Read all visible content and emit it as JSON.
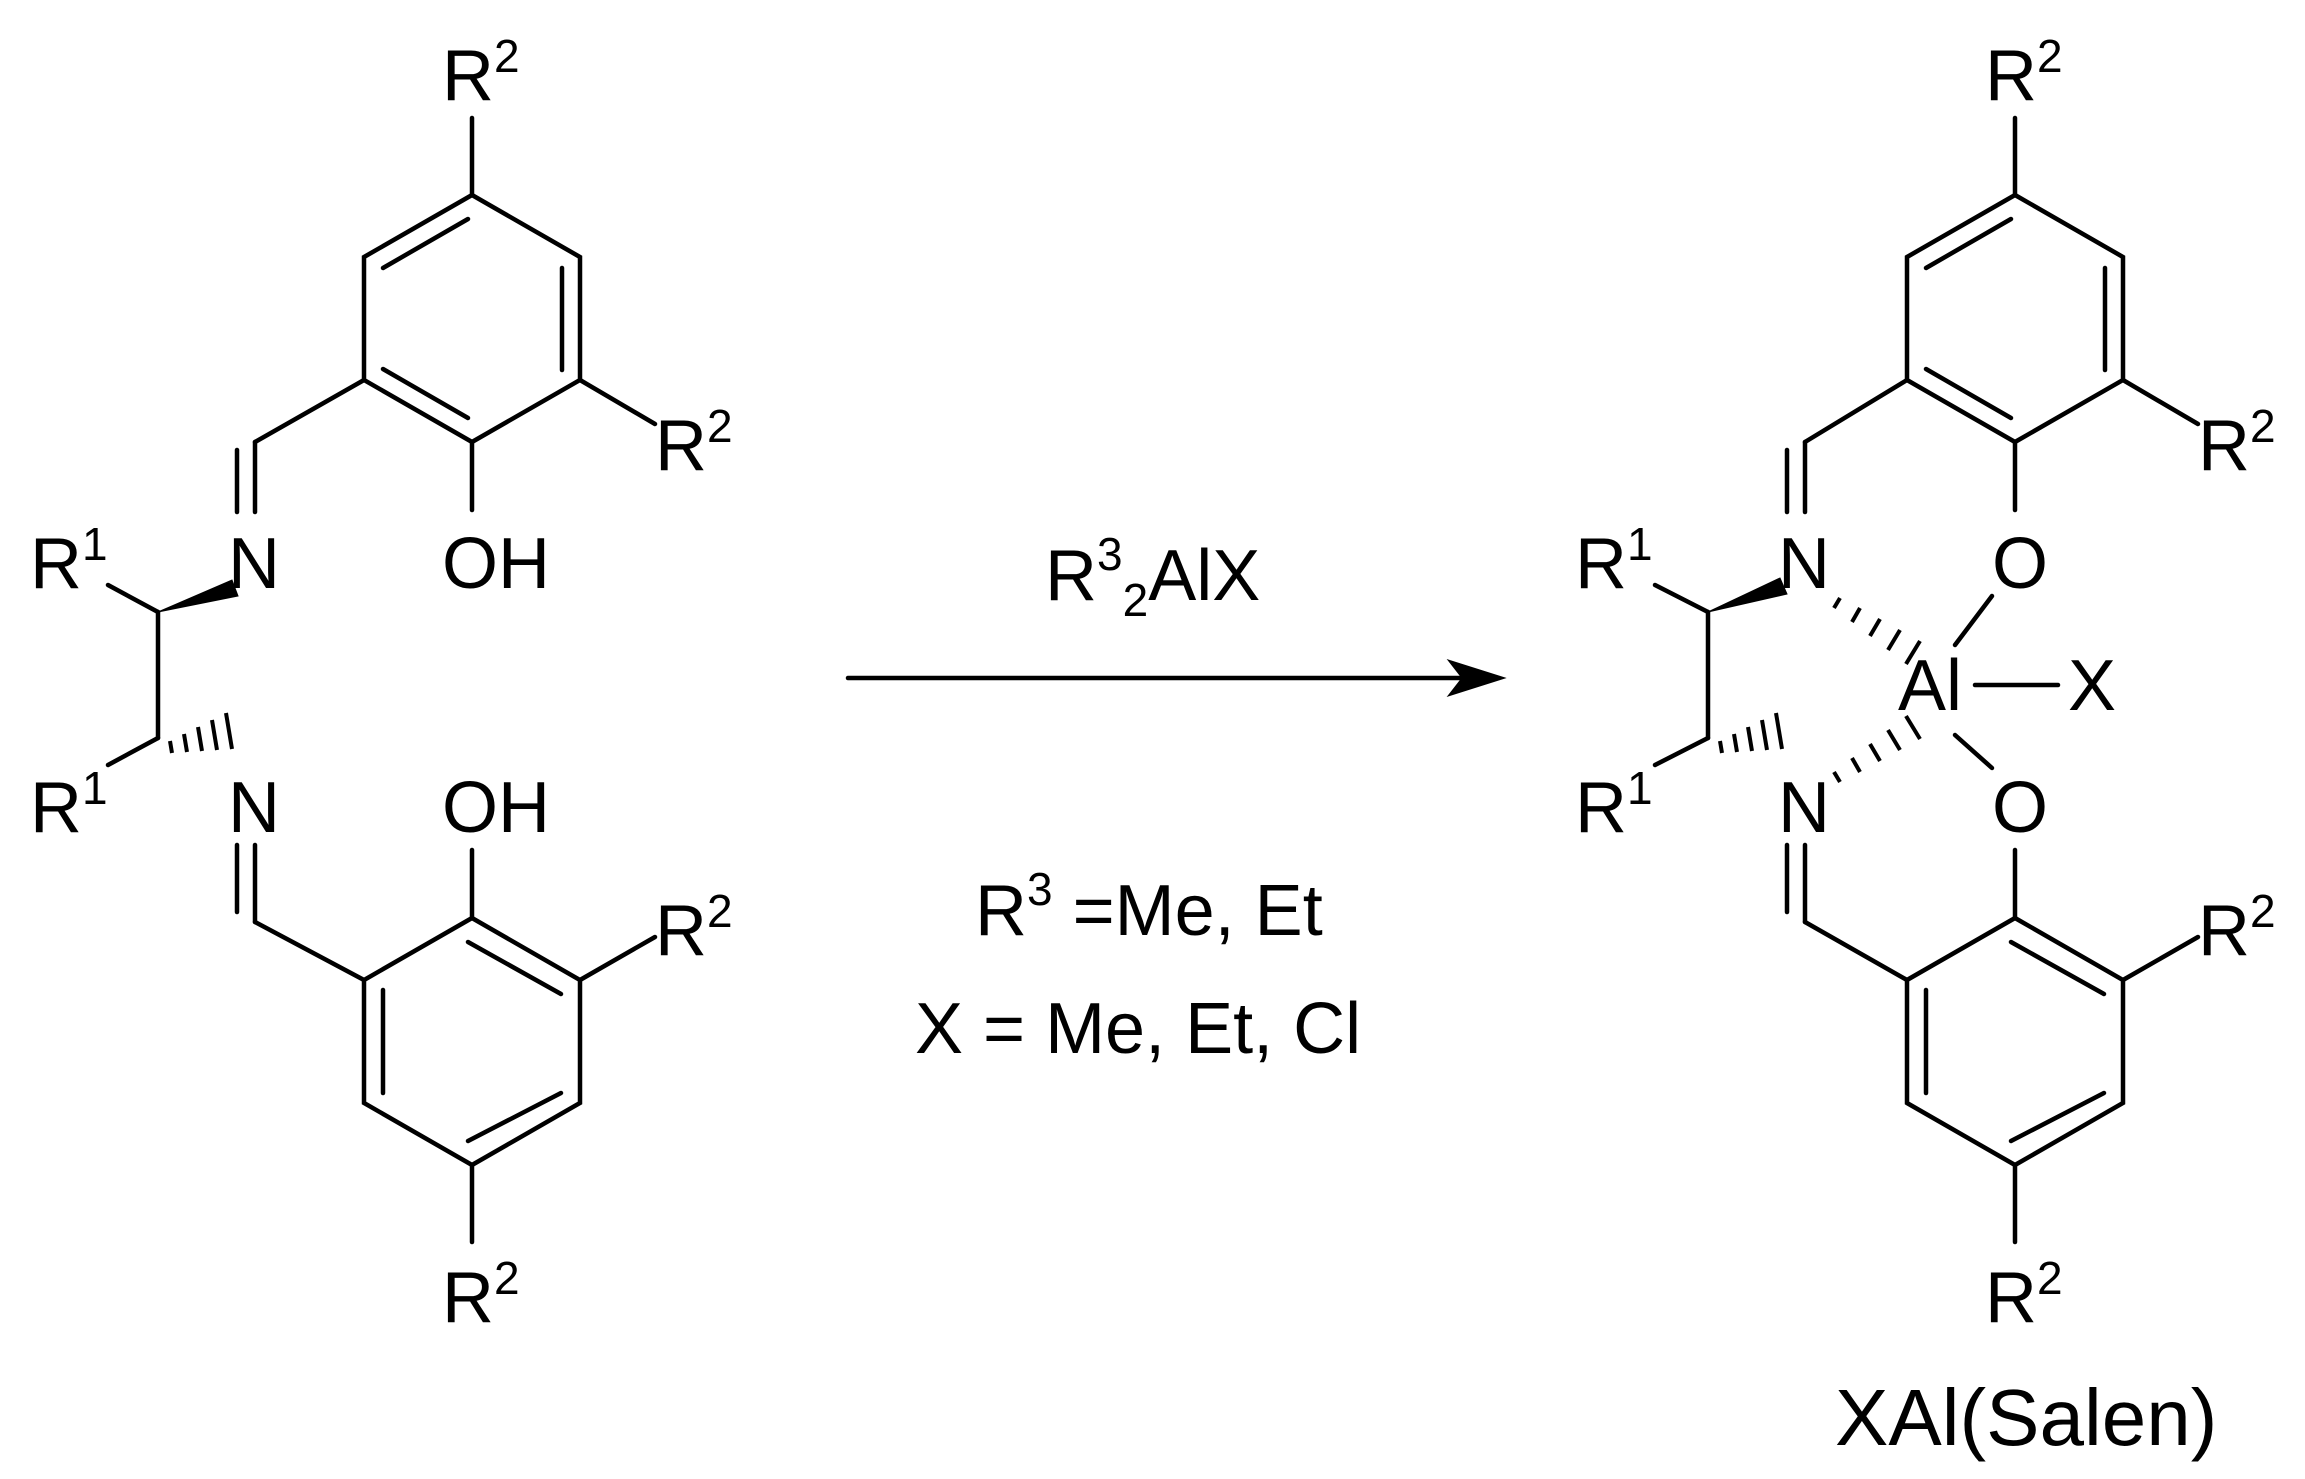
{
  "reactant": {
    "r1_top": "R",
    "r1_top_sup": "1",
    "r1_bottom": "R",
    "r1_bottom_sup": "1",
    "n_top": "N",
    "n_bottom": "N",
    "oh_top": "OH",
    "oh_bottom": "OH",
    "r2_label": "R",
    "r2_sup": "2"
  },
  "reagent": {
    "r": "R",
    "r_sup": "3",
    "r_sub": "2",
    "rest": "AlX"
  },
  "conditions": {
    "line1_r": "R",
    "line1_sup": "3",
    "line1_rest": " =Me, Et",
    "line2": "X = Me, Et, Cl"
  },
  "product": {
    "r1_label": "R",
    "r1_sup": "1",
    "n_label": "N",
    "o_label": "O",
    "al_label": "Al",
    "x_label": "X",
    "r2_label": "R",
    "r2_sup": "2",
    "caption": "XAl(Salen)"
  }
}
